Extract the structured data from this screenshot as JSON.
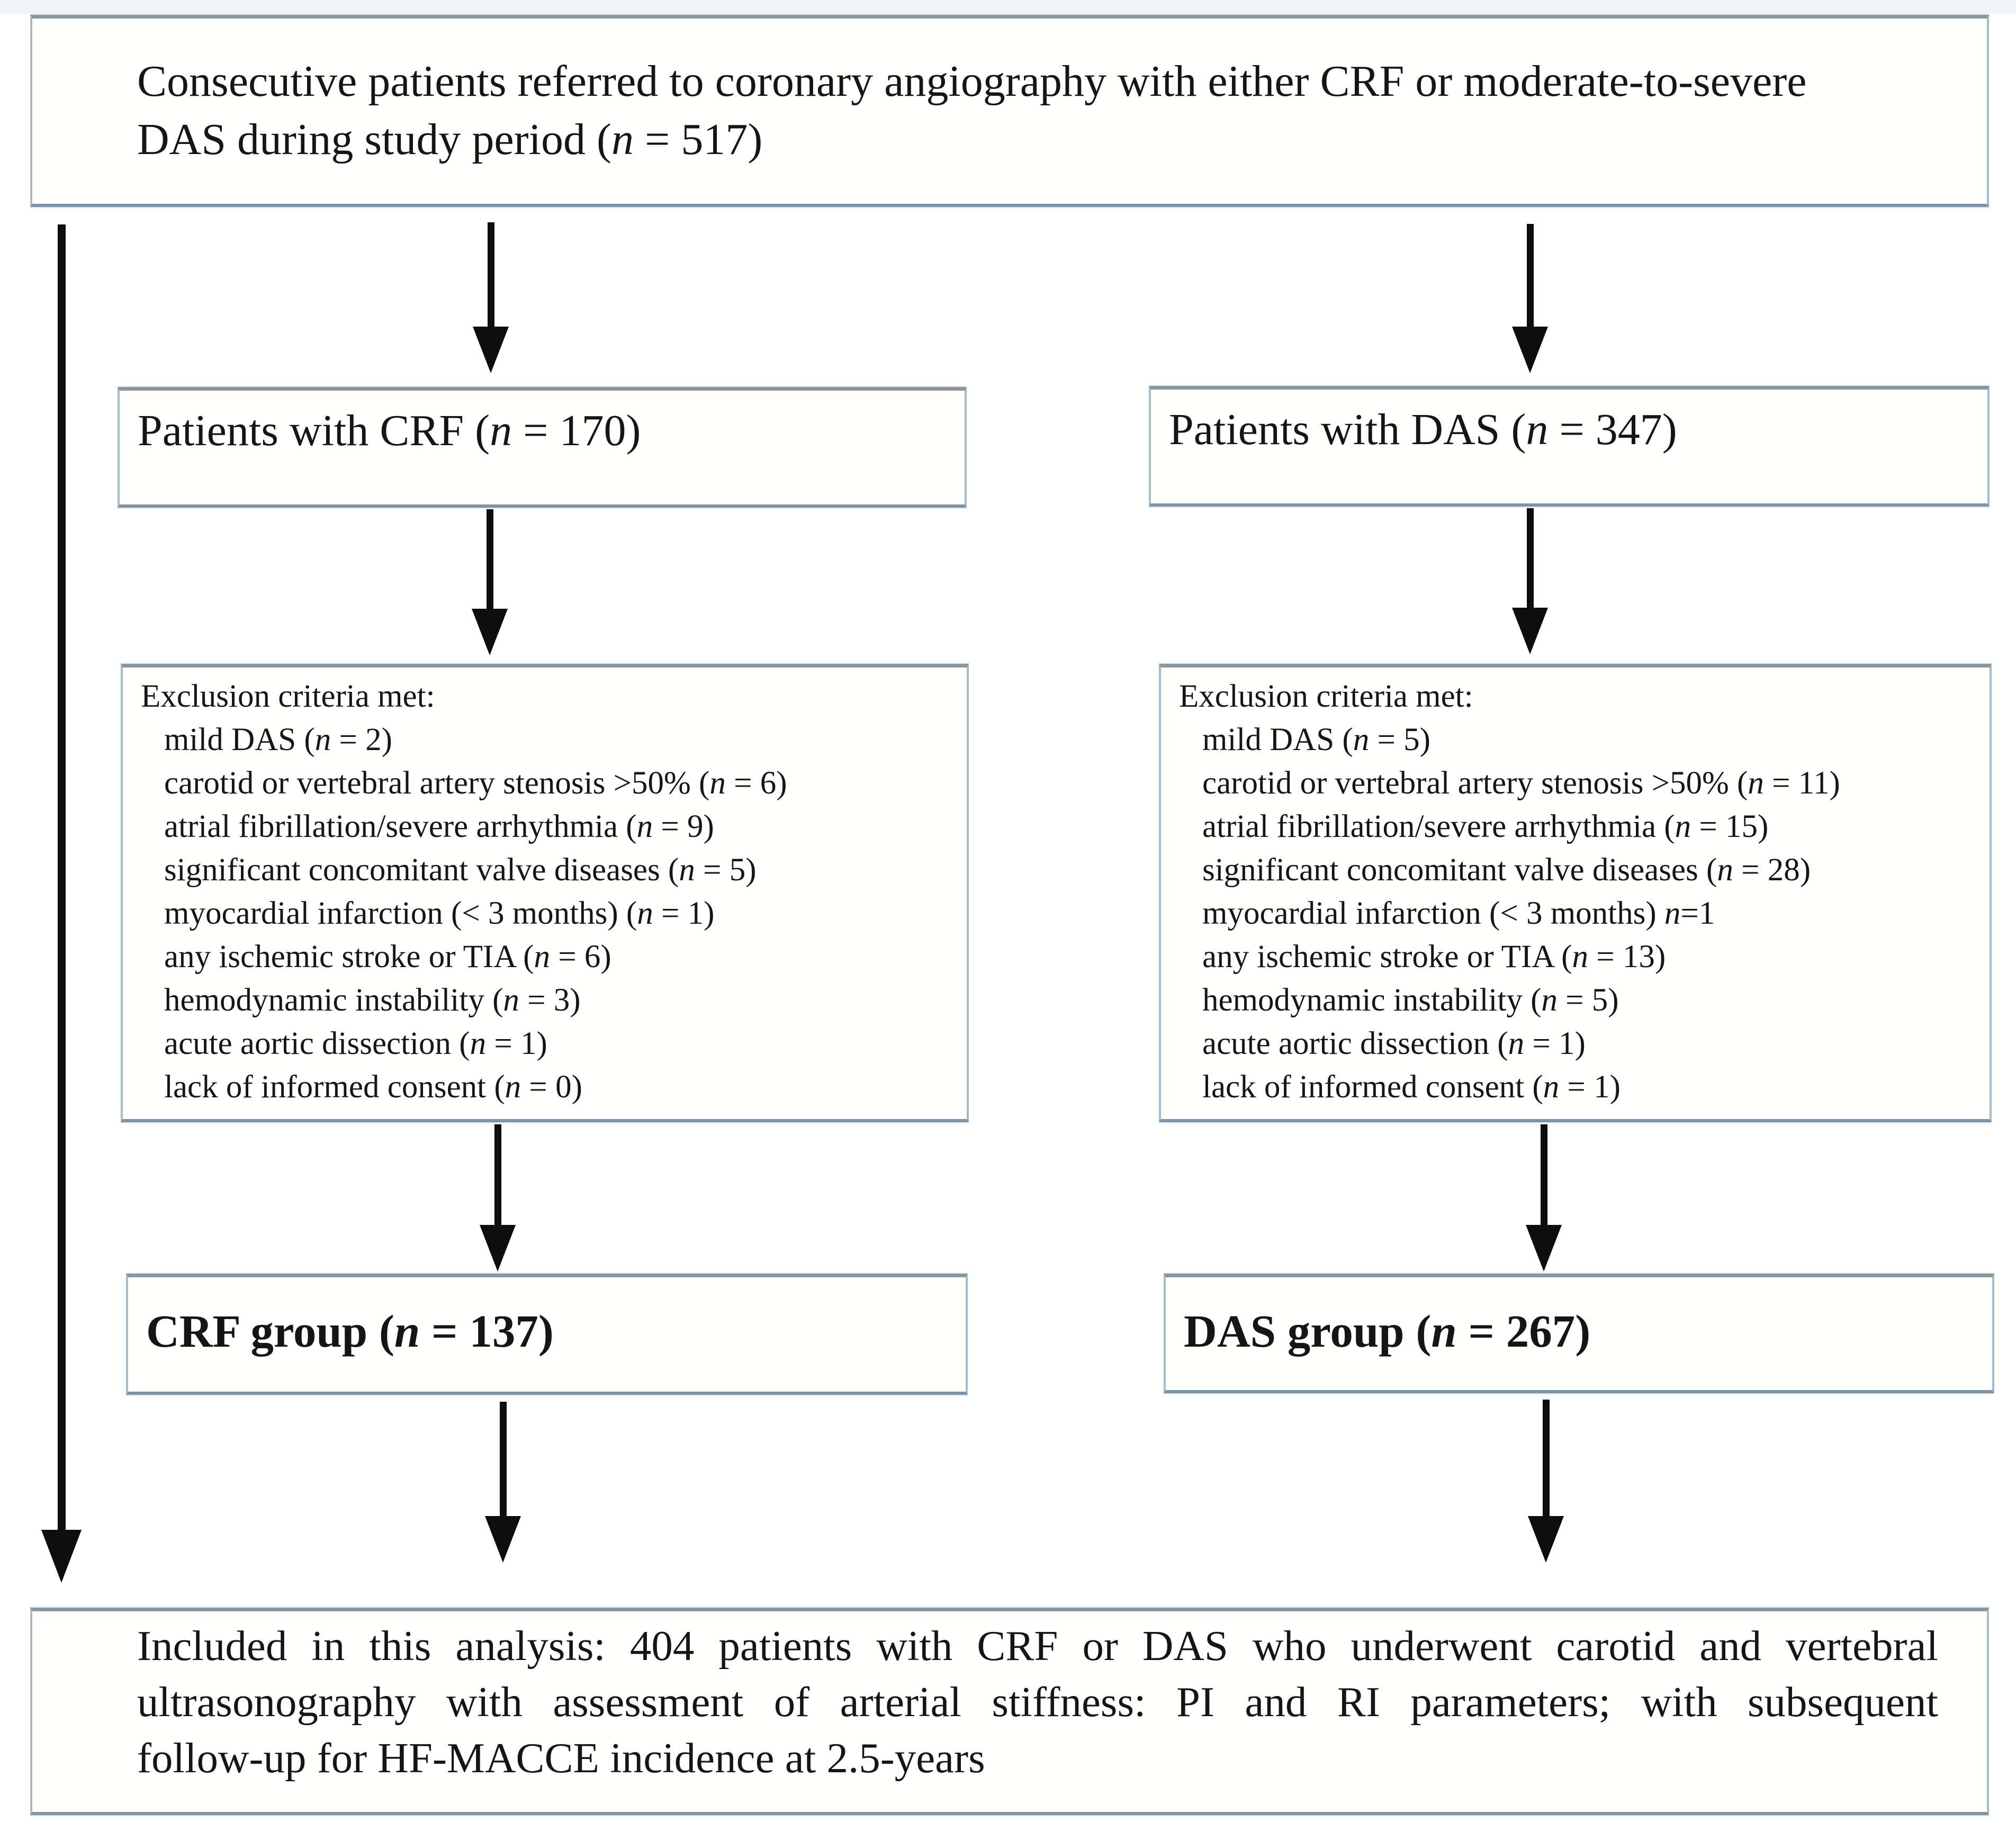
{
  "colors": {
    "box_border": "#7e93a8",
    "box_border_light": "#a6bccd",
    "arrow": "#0d0d0d",
    "text": "#151515"
  },
  "flowchart": {
    "top_box": {
      "line1": "Consecutive patients referred to coronary angiography with either CRF or moderate-to-severe",
      "line2": "DAS during study period (n = 517)"
    },
    "crf_branch": {
      "patients_box": "Patients with CRF (n = 170)",
      "exclusion_box": {
        "header": "Exclusion criteria met:",
        "items": [
          "mild DAS (n = 2)",
          "carotid or vertebral artery stenosis >50% (n = 6)",
          "atrial fibrillation/severe arrhythmia (n = 9)",
          "significant concomitant valve diseases (n = 5)",
          "myocardial infarction (< 3 months) (n = 1)",
          "any ischemic stroke or TIA (n = 6)",
          "hemodynamic instability (n = 3)",
          "acute aortic dissection (n = 1)",
          "lack of informed consent (n = 0)"
        ]
      },
      "group_box": "CRF group (n = 137)"
    },
    "das_branch": {
      "patients_box": "Patients with DAS (n = 347)",
      "exclusion_box": {
        "header": "Exclusion criteria met:",
        "items": [
          "mild DAS (n = 5)",
          "carotid or vertebral artery stenosis >50% (n = 11)",
          "atrial fibrillation/severe arrhythmia (n = 15)",
          "significant concomitant valve diseases (n = 28)",
          "myocardial infarction (< 3 months) n=1",
          "any ischemic stroke or TIA (n = 13)",
          "hemodynamic instability (n = 5)",
          "acute aortic dissection (n = 1)",
          "lack of informed consent (n = 1)"
        ]
      },
      "group_box": "DAS group (n = 267)"
    },
    "bottom_box": {
      "line1": "Included in this analysis: 404 patients with CRF or DAS who underwent carotid and vertebral",
      "line2": "ultrasonography with assessment of arterial stiffness: PI and RI parameters; with subsequent",
      "line3": "follow-up for HF-MACCE incidence at 2.5-years"
    }
  }
}
